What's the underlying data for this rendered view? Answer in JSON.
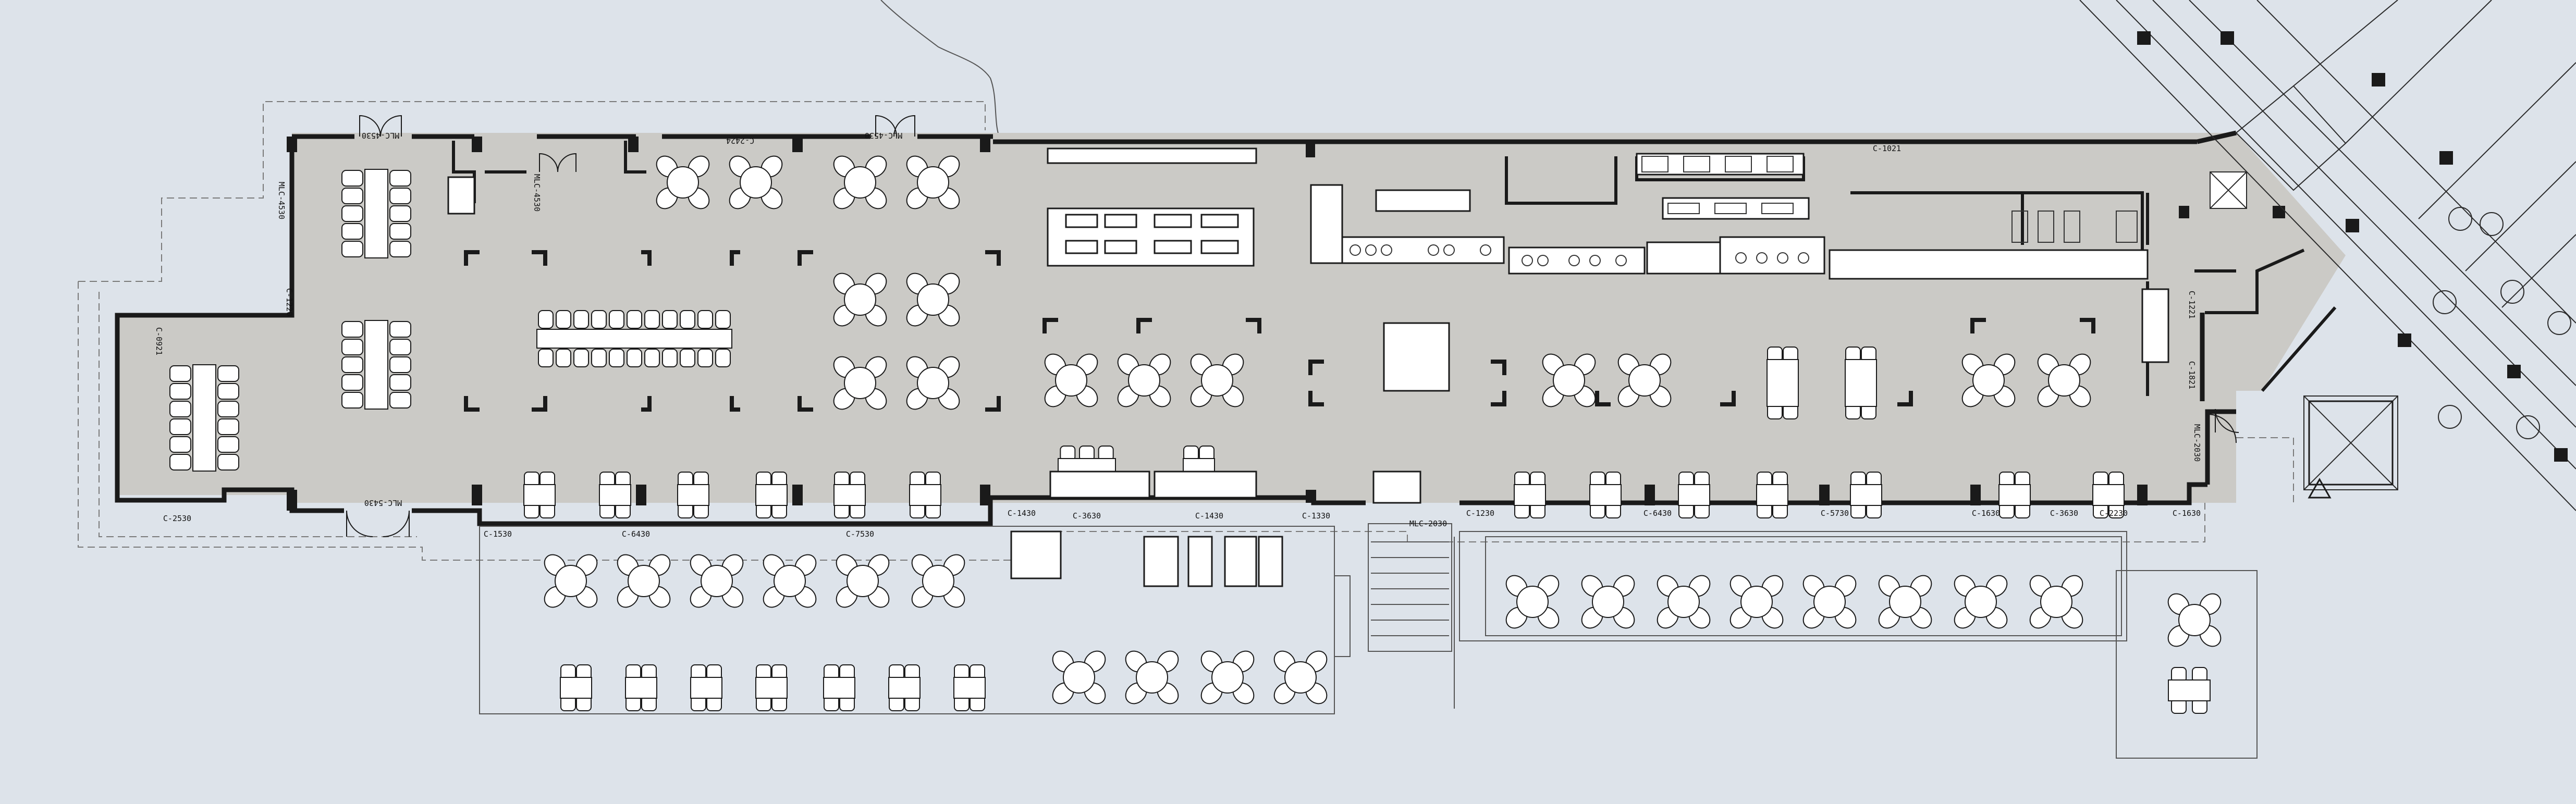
{
  "colors": {
    "background": "#dde3ea",
    "floor": "#cbcac6",
    "wall": "#1a1a1a",
    "furniture": "#ffffff",
    "line": "#333333",
    "accent_line": "#6b6b6b"
  },
  "door_labels": [
    "MLC-4530",
    "C-2424",
    "MLC-4530",
    "MLC-4530",
    "MLC-4530",
    "C-1220",
    "C-0921",
    "C-2530",
    "MLC-5430",
    "C-1530",
    "C-6430",
    "C-7530",
    "C-1430",
    "C-3630",
    "C-1430",
    "C-1330",
    "MLC-2030",
    "C-1230",
    "C-6430",
    "C-5730",
    "C-1630",
    "C-3630",
    "C-2230",
    "C-1630",
    "C-1221",
    "C-1821",
    "MLC-2030",
    "C-1021"
  ],
  "icons": [
    "north-arrow-icon",
    "elevator-icon",
    "stair-icon",
    "door-swing-icon"
  ]
}
